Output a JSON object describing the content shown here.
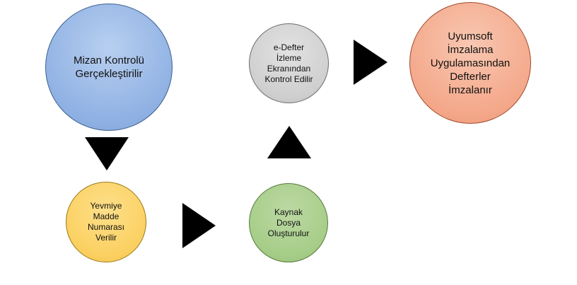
{
  "nodes": {
    "mizan": "Mizan Kontrolü\nGerçekleştirilir",
    "yevmiye": "Yevmiye\nMadde\nNumarası\nVerilir",
    "kaynak": "Kaynak\nDosya\nOluşturulur",
    "edefter": "e-Defter\nİzleme\nEkranından\nKontrol Edilir",
    "uyumsoft": "Uyumsoft\nİmzalama\nUygulamasından\nDefterler\nİmzalanır"
  },
  "colors": {
    "mizan": "#8fb1e3",
    "yevmiye": "#fbd061",
    "kaynak": "#a6cd88",
    "edefter": "#cfcfcf",
    "uyumsoft": "#f4a88a",
    "arrow": "#000000"
  },
  "arrows": [
    "arrow-down",
    "arrow-right",
    "arrow-up",
    "arrow-right"
  ]
}
